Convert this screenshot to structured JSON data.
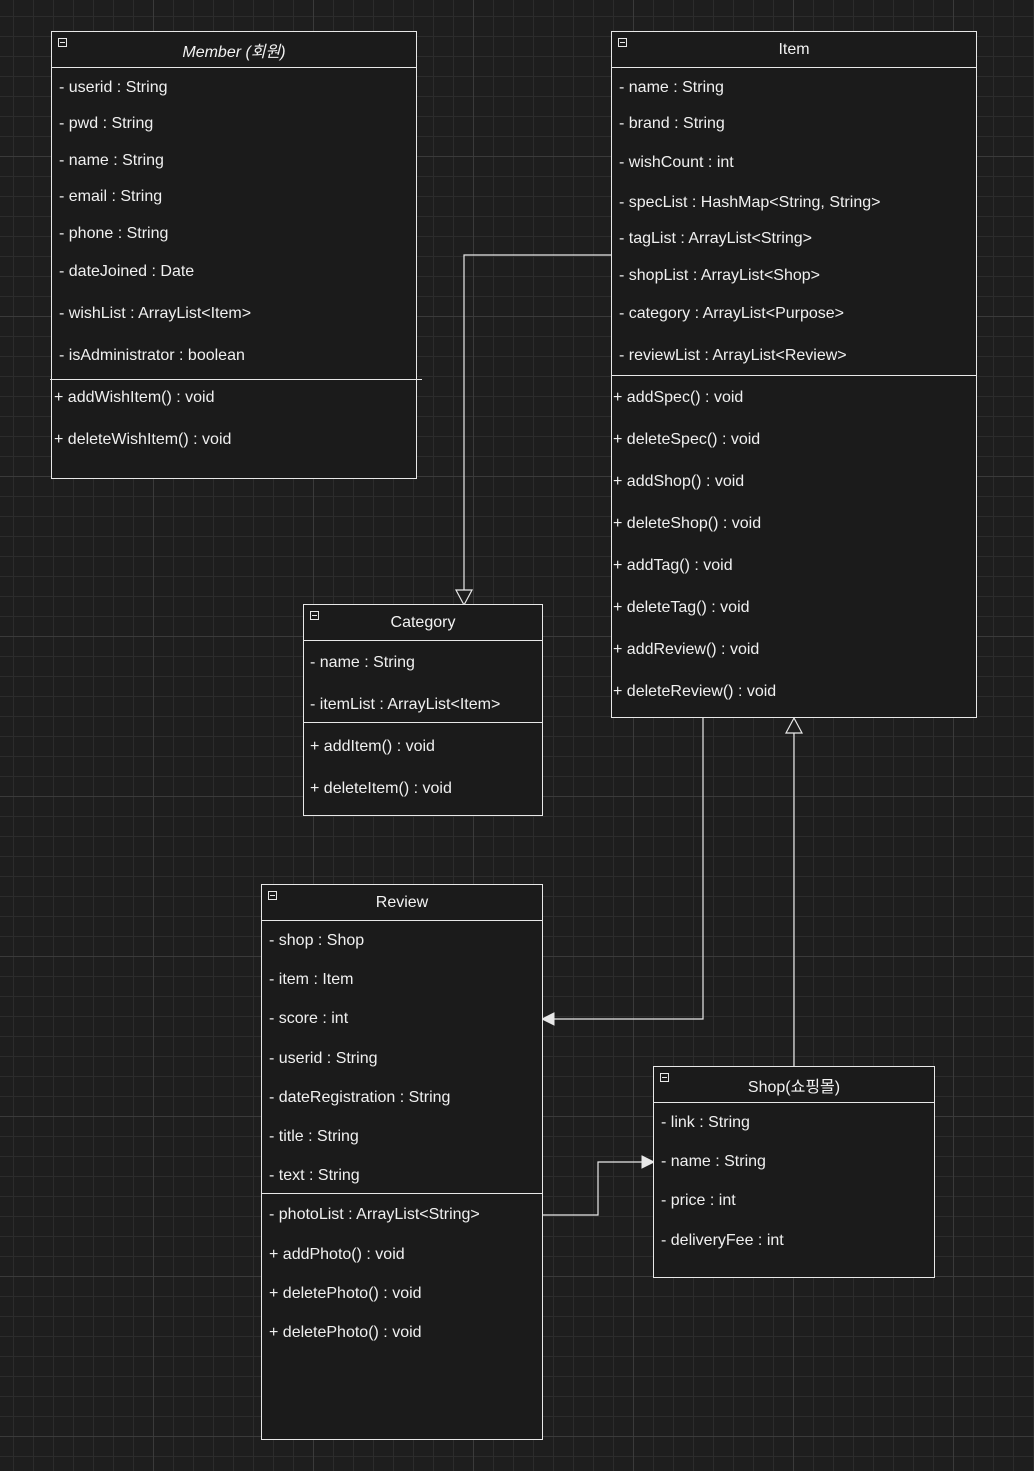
{
  "classes": {
    "member": {
      "title": "Member (회원)",
      "attributes": [
        "- userid : String",
        "- pwd : String",
        "- name : String",
        "- email : String",
        "- phone : String",
        "- dateJoined : Date",
        "- wishList : ArrayList<Item>",
        "- isAdministrator : boolean"
      ],
      "methods": [
        "+ addWishItem() : void",
        "+ deleteWishItem() : void"
      ]
    },
    "item": {
      "title": "Item",
      "attributes": [
        "- name : String",
        "- brand : String",
        "- wishCount : int",
        "- specList : HashMap<String, String>",
        "- tagList : ArrayList<String>",
        "- shopList : ArrayList<Shop>",
        "- category : ArrayList<Purpose>",
        "- reviewList : ArrayList<Review>"
      ],
      "methods": [
        "+ addSpec() : void",
        "+ deleteSpec() : void",
        "+ addShop() : void",
        "+ deleteShop() : void",
        "+ addTag() : void",
        "+ deleteTag() : void",
        "+ addReview() : void",
        "+ deleteReview() : void"
      ]
    },
    "category": {
      "title": "Category",
      "attributes": [
        "- name : String",
        "- itemList : ArrayList<Item>"
      ],
      "methods": [
        "+ addItem() : void",
        "+ deleteItem() : void"
      ]
    },
    "review": {
      "title": "Review",
      "attributes": [
        "- shop : Shop",
        "- item : Item",
        "- score : int",
        "- userid : String",
        "- dateRegistration : String",
        "- title : String",
        "- text : String"
      ],
      "methods": [
        "- photoList : ArrayList<String>",
        "+ addPhoto() : void",
        "+ deletePhoto() : void",
        "+ deletePhoto() : void"
      ]
    },
    "shop": {
      "title": "Shop(쇼핑몰)",
      "attributes": [
        "- link : String",
        "- name : String",
        "- price : int",
        "- deliveryFee : int"
      ],
      "methods": []
    }
  },
  "colors": {
    "background": "#1e1e1e",
    "stroke": "#e8e8e8",
    "text": "#f0f0f0"
  },
  "icons": {
    "collapse": "collapse-toggle-icon",
    "arrowhead": "arrowhead-icon"
  }
}
